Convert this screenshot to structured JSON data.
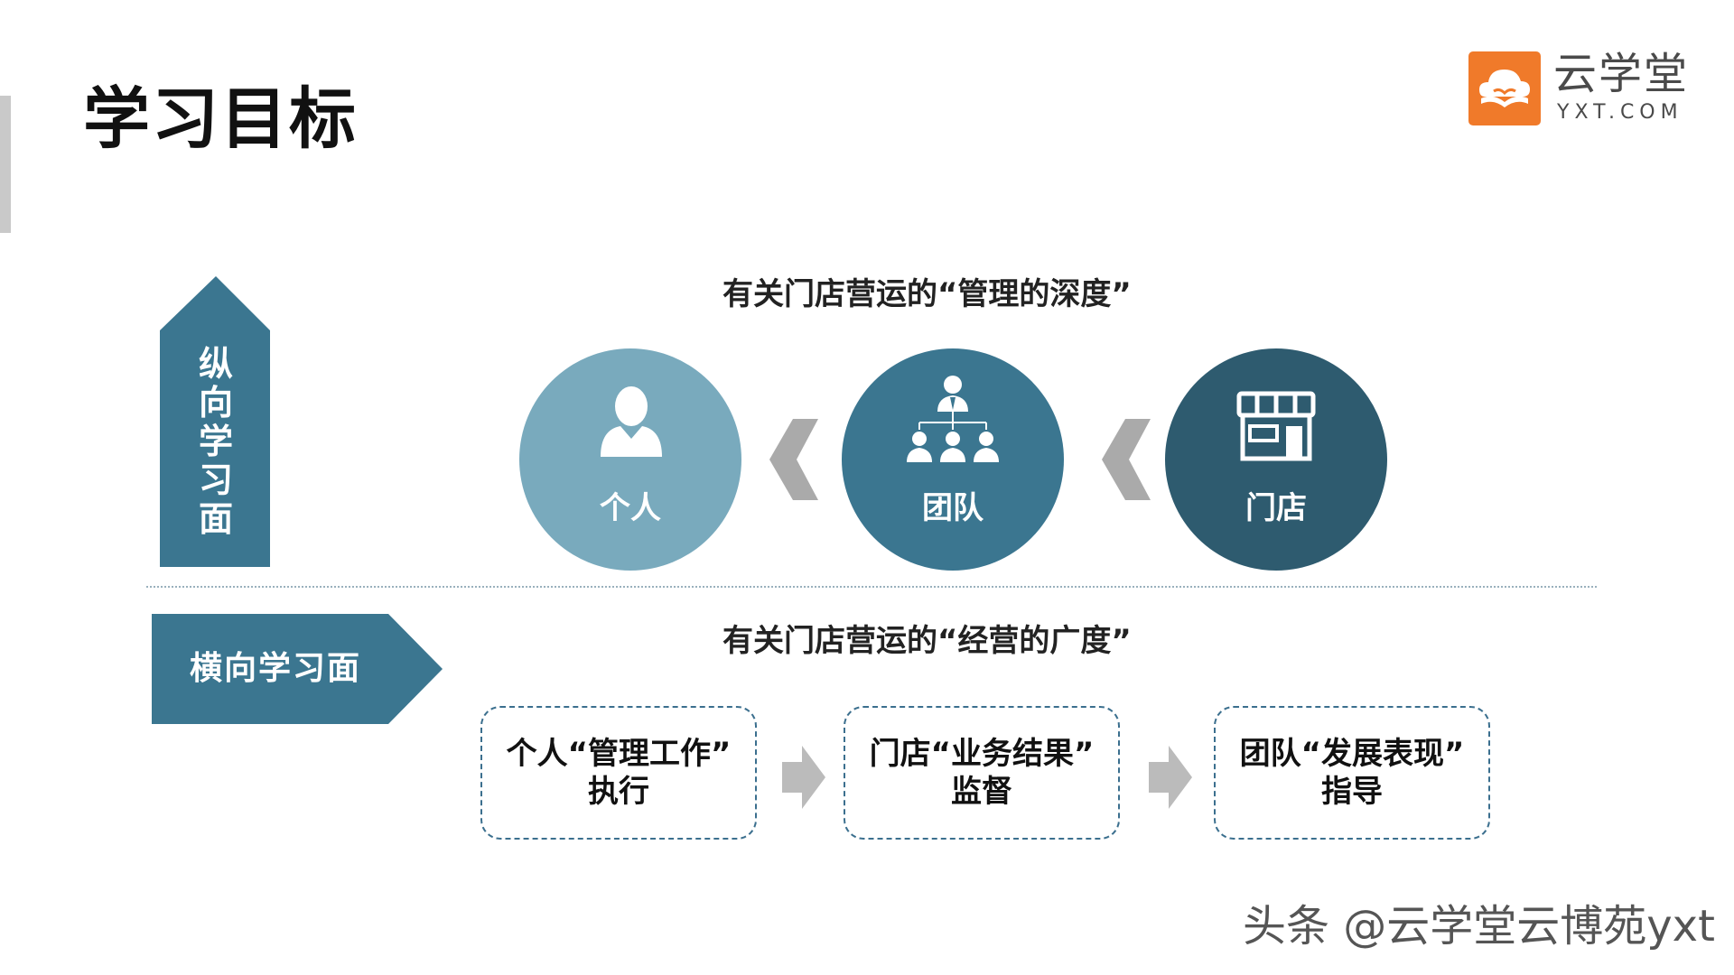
{
  "title": "学习目标",
  "logo": {
    "name": "云学堂",
    "domain": "YXT.COM"
  },
  "vertical": {
    "label": "纵向学习面",
    "heading": "有关门店营运的“管理的深度”",
    "nodes": [
      {
        "label": "个人",
        "icon": "person-icon",
        "color": "#79aabd"
      },
      {
        "label": "团队",
        "icon": "team-hierarchy-icon",
        "color": "#3b7690"
      },
      {
        "label": "门店",
        "icon": "store-icon",
        "color": "#2e5b6f"
      }
    ]
  },
  "horizontal": {
    "label": "横向学习面",
    "heading": "有关门店营运的“经营的广度”",
    "boxes": [
      {
        "line1": "个人“管理工作”",
        "line2": "执行"
      },
      {
        "line1": "门店“业务结果”",
        "line2": "监督"
      },
      {
        "line1": "团队“发展表现”",
        "line2": "指导"
      }
    ]
  },
  "watermark": "头条 @云学堂云博苑yxt",
  "colors": {
    "accent": "#3b7690",
    "arrow": "#aaaaaa",
    "logo": "#f07a2a"
  }
}
